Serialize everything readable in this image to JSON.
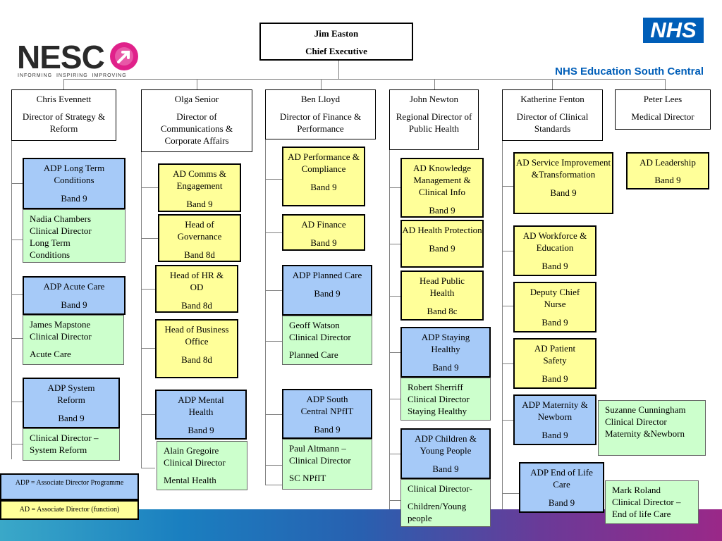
{
  "logo": {
    "nesc": "NESC",
    "tagline": "INFORMING  INSPIRING  IMPROVING",
    "nhs": "NHS",
    "org": "NHS Education South Central"
  },
  "chief": {
    "name": "Jim Easton",
    "role": "Chief Executive"
  },
  "directors": [
    {
      "name": "Chris Evennett",
      "role": "Director of Strategy & Reform"
    },
    {
      "name": "Olga Senior",
      "role": "Director of Communications & Corporate Affairs"
    },
    {
      "name": "Ben Lloyd",
      "role": "Director of Finance & Performance"
    },
    {
      "name": "John Newton",
      "role": "Regional Director of Public Health"
    },
    {
      "name": "Katherine Fenton",
      "role": "Director of Clinical Standards"
    },
    {
      "name": "Peter Lees",
      "role": "Medical Director"
    }
  ],
  "col1": {
    "adp_ltc": {
      "title": "ADP Long Term Conditions",
      "band": "Band 9"
    },
    "cd_ltc": {
      "l1": "Nadia Chambers",
      "l2": "Clinical Director",
      "l3": "Long Term",
      "l4": "Conditions"
    },
    "adp_acute": {
      "title": "ADP Acute Care",
      "band": "Band 9"
    },
    "cd_acute": {
      "l1": "James Mapstone",
      "l2": "Clinical Director",
      "l3": "Acute Care"
    },
    "adp_sys": {
      "title": "ADP System Reform",
      "band": "Band 9"
    },
    "cd_sys": {
      "l1": "Clinical Director –",
      "l2": "System Reform"
    }
  },
  "col2": {
    "ad_comms": {
      "title": "AD Comms & Engagement",
      "band": "Band 9"
    },
    "head_gov": {
      "title": "Head of Governance",
      "band": "Band 8d"
    },
    "head_hr": {
      "title": "Head of HR & OD",
      "band": "Band 8d"
    },
    "head_bus": {
      "title": "Head of Business Office",
      "band": "Band 8d"
    },
    "adp_mh": {
      "title": "ADP Mental Health",
      "band": "Band 9"
    },
    "cd_mh": {
      "l1": "Alain Gregoire",
      "l2": "Clinical Director",
      "l3": "Mental Health"
    }
  },
  "col3": {
    "ad_perf": {
      "title": "AD Performance & Compliance",
      "band": "Band 9"
    },
    "ad_fin": {
      "title": "AD Finance",
      "band": "Band 9"
    },
    "adp_planned": {
      "title": "ADP Planned Care",
      "band": "Band 9"
    },
    "cd_planned": {
      "l1": "Geoff Watson",
      "l2": "Clinical Director",
      "l3": "Planned Care"
    },
    "adp_npfit": {
      "title": "ADP South Central NPfIT",
      "band": "Band 9"
    },
    "cd_npfit": {
      "l1": "Paul Altmann –",
      "l2": "Clinical Director",
      "l3": "SC NPfIT"
    }
  },
  "col4": {
    "ad_km": {
      "title": "AD Knowledge Management & Clinical Info",
      "band": "Band 9"
    },
    "ad_hp": {
      "title": "AD Health Protection",
      "band": "Band 9"
    },
    "head_ph": {
      "title": "Head Public Health",
      "band": "Band 8c"
    },
    "adp_sh": {
      "title": "ADP Staying Healthy",
      "band": "Band 9"
    },
    "cd_sh": {
      "l1": "Robert Sherriff",
      "l2": "Clinical Director",
      "l3": "Staying Healthy"
    },
    "adp_cyp": {
      "title": "ADP Children & Young People",
      "band": "Band 9"
    },
    "cd_cyp": {
      "l1": "Clinical Director-",
      "l2": "Children/Young",
      "l3": "people"
    }
  },
  "col5": {
    "ad_si": {
      "title": "AD Service Improvement &Transformation",
      "band": "Band 9"
    },
    "ad_wf": {
      "title": "AD Workforce & Education",
      "band": "Band 9"
    },
    "dcn": {
      "title": "Deputy Chief Nurse",
      "band": "Band 9"
    },
    "ad_ps": {
      "title": "AD Patient Safety",
      "band": "Band 9"
    },
    "adp_mat": {
      "title": "ADP Maternity & Newborn",
      "band": "Band 9"
    },
    "cd_mat": {
      "l1": "Suzanne Cunningham",
      "l2": "Clinical Director",
      "l3": "Maternity &Newborn"
    },
    "adp_eol": {
      "title": "ADP End of Life Care",
      "band": "Band 9"
    },
    "cd_eol": {
      "l1": "Mark Roland",
      "l2": "Clinical Director –",
      "l3": "End of life Care"
    }
  },
  "col6": {
    "ad_lead": {
      "title": "AD Leadership",
      "band": "Band 9"
    }
  },
  "legend": {
    "adp": "ADP = Associate Director Programme",
    "ad": "AD = Associate Director (function)"
  },
  "colors": {
    "yellow": "#ffff99",
    "blue": "#a6caf8",
    "green": "#ccffcc",
    "nhs_blue": "#005eb8",
    "nesc_pink": "#e0218a"
  }
}
